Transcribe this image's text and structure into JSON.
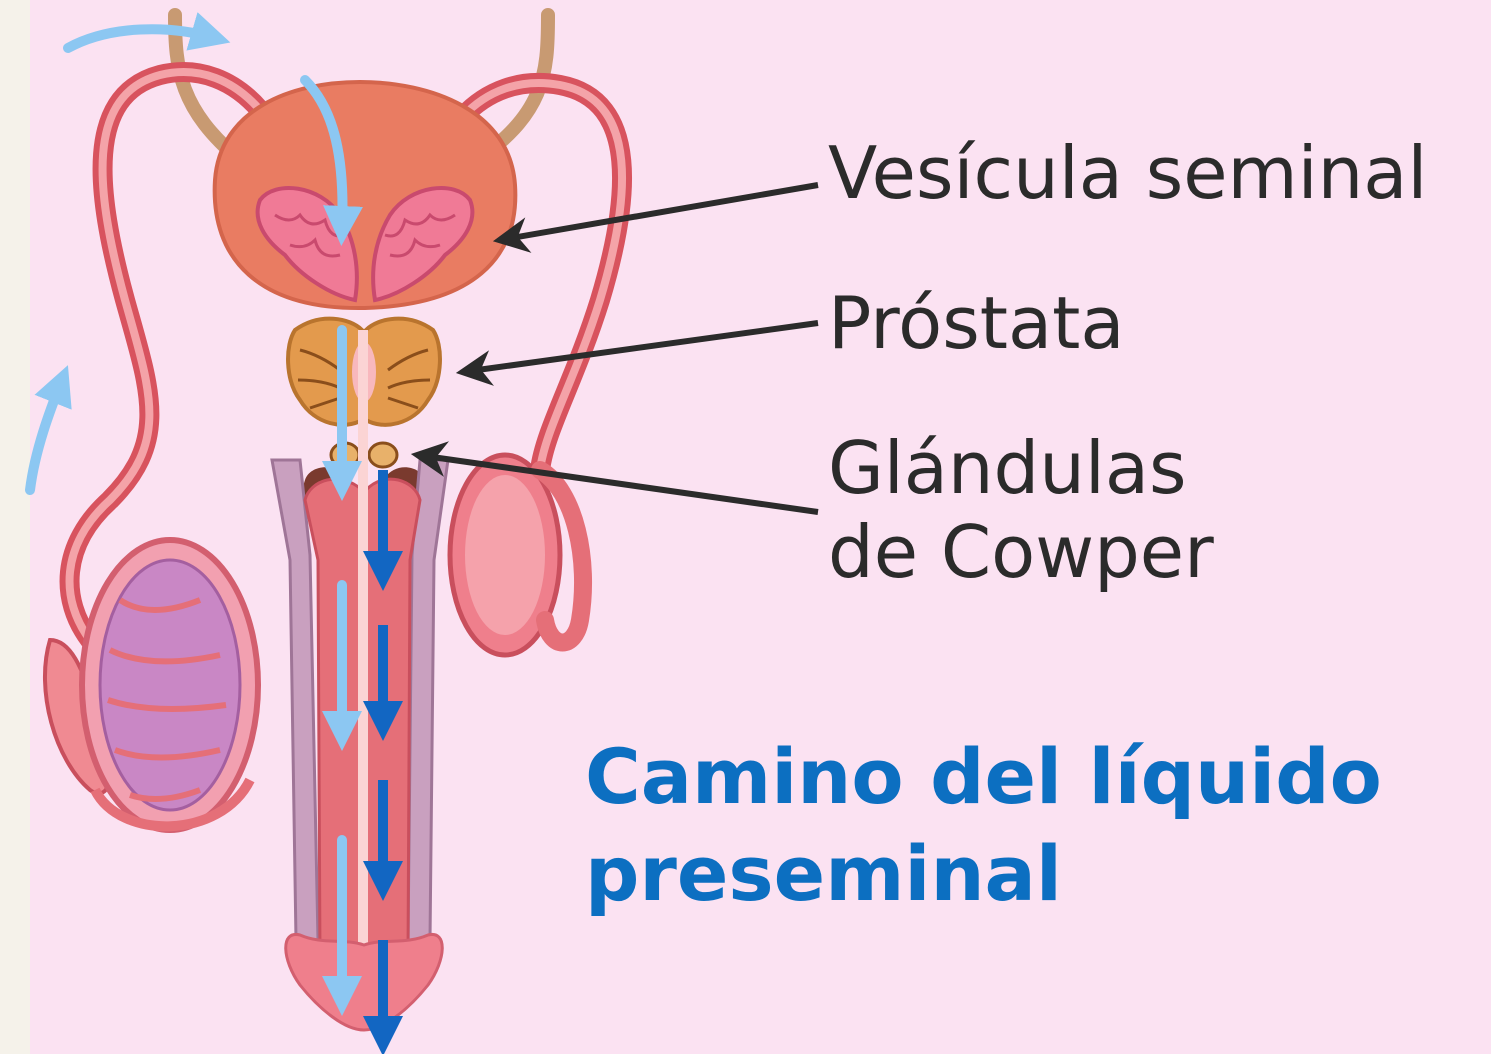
{
  "labels": {
    "vesicula_seminal": "Vesícula seminal",
    "prostata": "Próstata",
    "glandulas_line1": "Glándulas",
    "glandulas_line2": "de Cowper"
  },
  "title": {
    "line1": "Camino del líquido",
    "line2": "preseminal"
  },
  "colors": {
    "background": "#fbe2f2",
    "title": "#0c6fc1",
    "label_text": "#2b2b2b",
    "flow_arrow_light": "#8cc7f2",
    "flow_arrow_dark": "#1266c2",
    "tissue": "#e56f78"
  }
}
